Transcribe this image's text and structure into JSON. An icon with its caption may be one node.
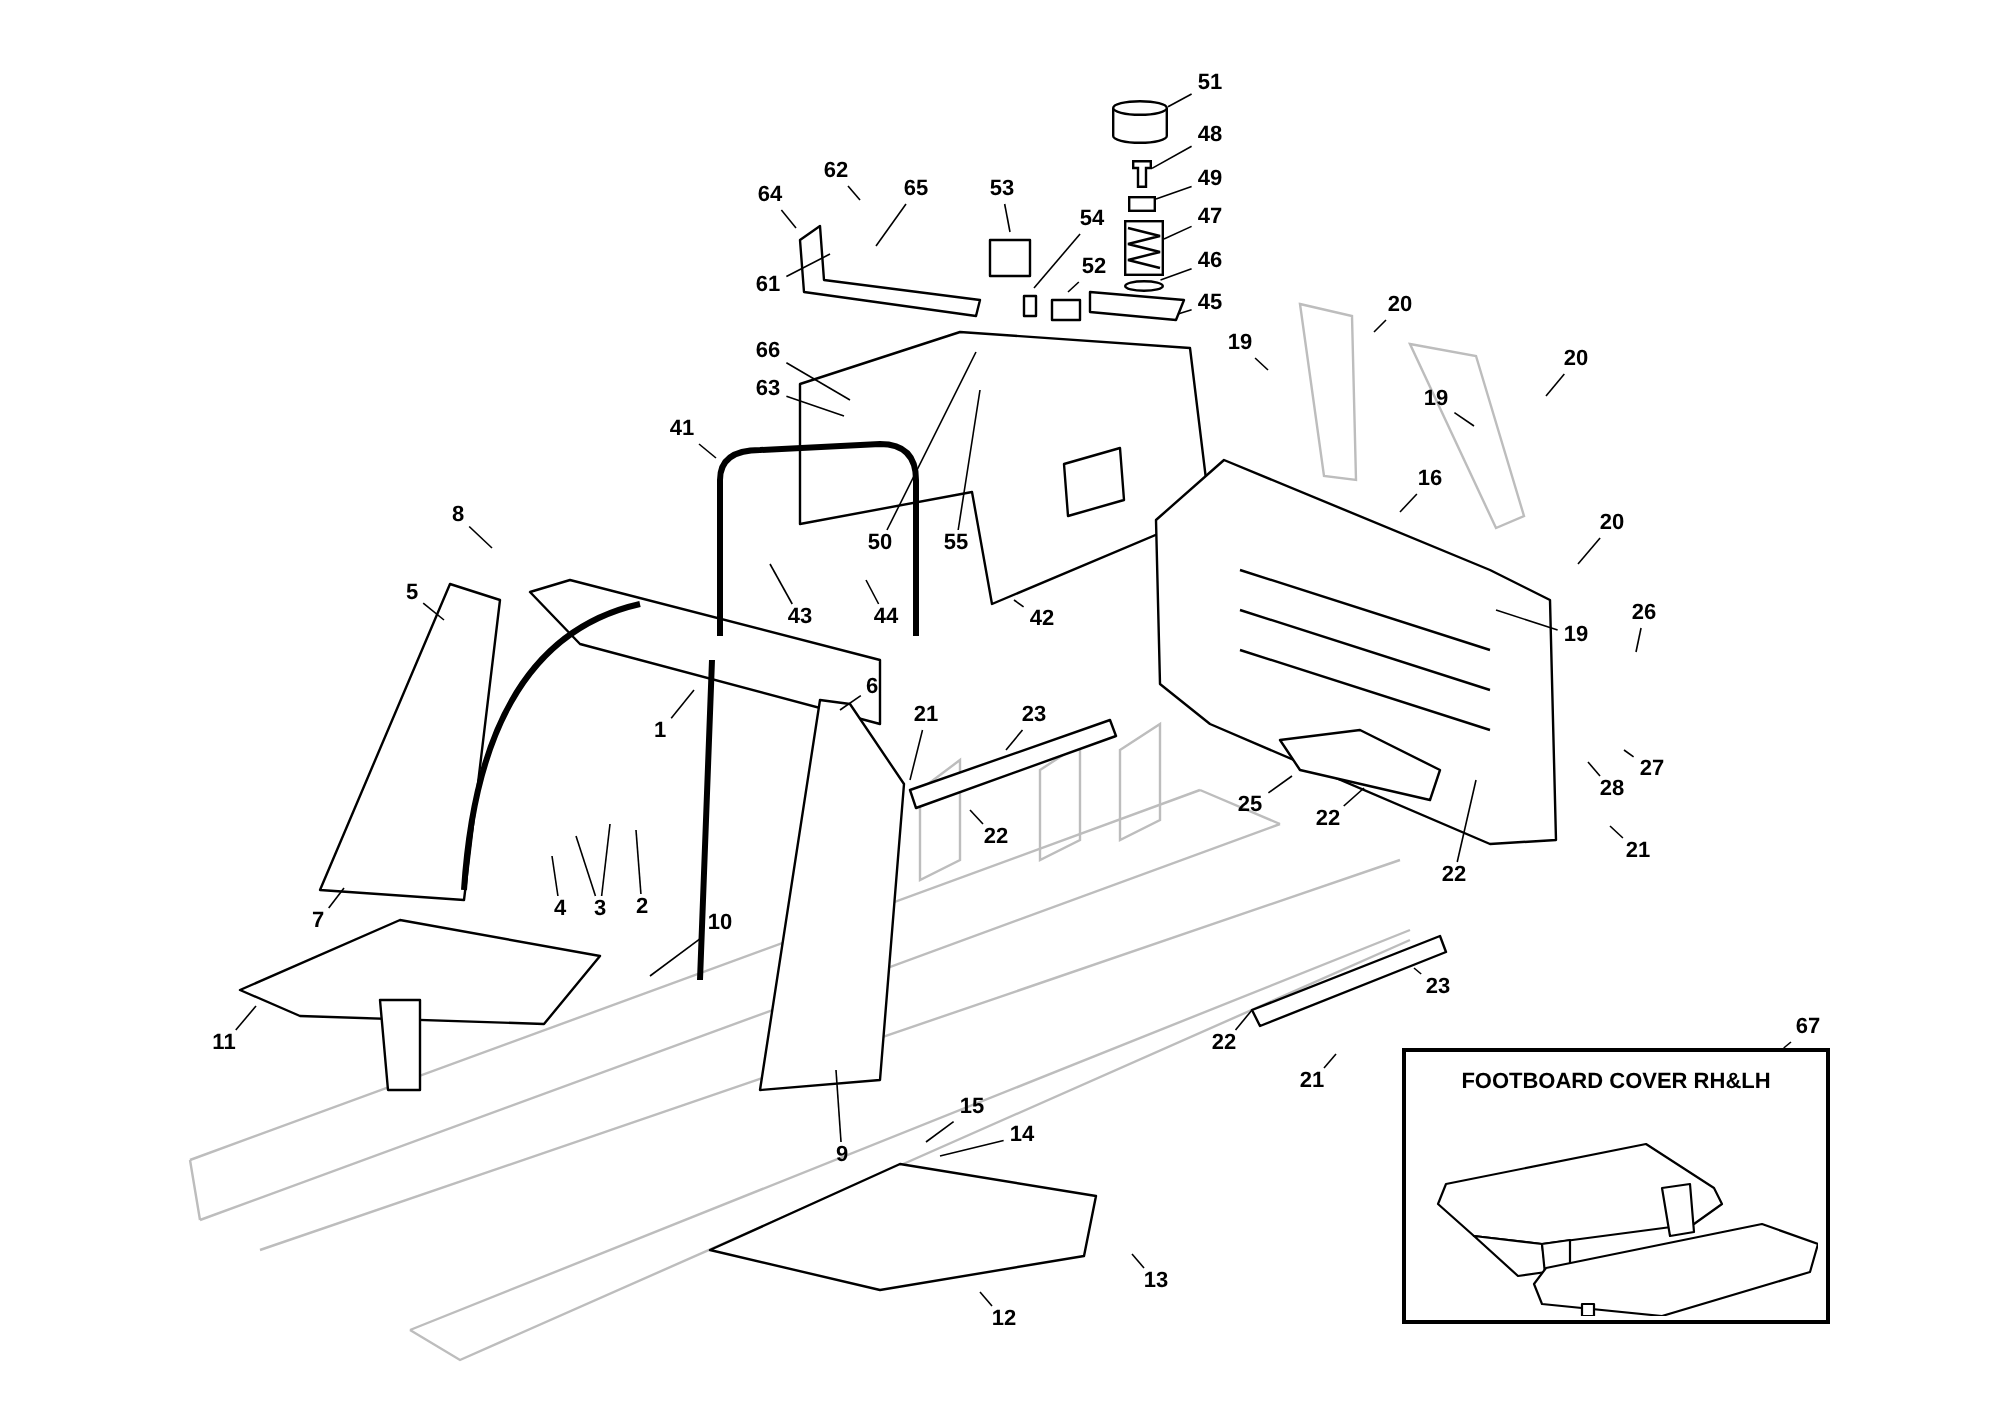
{
  "diagram": {
    "nodes": [
      {
        "text": [
          "51"
        ]
      },
      {
        "text": [
          "48"
        ]
      },
      {
        "text": [
          "62"
        ]
      },
      {
        "text": [
          "49"
        ]
      },
      {
        "text": [
          "53"
        ]
      },
      {
        "text": [
          "65"
        ]
      },
      {
        "text": [
          "64"
        ]
      },
      {
        "text": [
          "47"
        ]
      },
      {
        "text": [
          "54"
        ]
      },
      {
        "text": [
          "46"
        ]
      },
      {
        "text": [
          "52"
        ]
      },
      {
        "text": [
          "61"
        ]
      },
      {
        "text": [
          "45"
        ]
      },
      {
        "text": [
          "20"
        ]
      },
      {
        "text": [
          "66"
        ]
      },
      {
        "text": [
          "19"
        ]
      },
      {
        "text": [
          "20"
        ]
      },
      {
        "text": [
          "63"
        ]
      },
      {
        "text": [
          "19"
        ]
      },
      {
        "text": [
          "41"
        ]
      },
      {
        "text": [
          "16"
        ]
      },
      {
        "text": [
          "8"
        ]
      },
      {
        "text": [
          "20"
        ]
      },
      {
        "text": [
          "50"
        ]
      },
      {
        "text": [
          "55"
        ]
      },
      {
        "text": [
          "5"
        ]
      },
      {
        "text": [
          "26"
        ]
      },
      {
        "text": [
          "43"
        ]
      },
      {
        "text": [
          "44"
        ]
      },
      {
        "text": [
          "42"
        ]
      },
      {
        "text": [
          "19"
        ]
      },
      {
        "text": [
          "6"
        ]
      },
      {
        "text": [
          "21"
        ]
      },
      {
        "text": [
          "23"
        ]
      },
      {
        "text": [
          "1"
        ]
      },
      {
        "text": [
          "27"
        ]
      },
      {
        "text": [
          "28"
        ]
      },
      {
        "text": [
          "25"
        ]
      },
      {
        "text": [
          "22"
        ]
      },
      {
        "text": [
          "22"
        ]
      },
      {
        "text": [
          "21"
        ]
      },
      {
        "text": [
          "22"
        ]
      },
      {
        "text": [
          "4"
        ]
      },
      {
        "text": [
          "3"
        ]
      },
      {
        "text": [
          "2"
        ]
      },
      {
        "text": [
          "7"
        ]
      },
      {
        "text": [
          "10"
        ]
      },
      {
        "text": [
          "23"
        ]
      },
      {
        "text": [
          "67"
        ]
      },
      {
        "text": [
          "FOOTBOARD COVER RH&LH"
        ]
      },
      {
        "text": [
          "11"
        ]
      },
      {
        "text": [
          "22"
        ]
      },
      {
        "text": [
          "21"
        ]
      },
      {
        "text": [
          "15"
        ]
      },
      {
        "text": [
          "14"
        ]
      },
      {
        "text": [
          "9"
        ]
      },
      {
        "text": [
          "13"
        ]
      },
      {
        "text": [
          "12"
        ]
      },
      {
        "text": [],
        "shape": "cylinder"
      },
      {
        "text": [],
        "shape": "picture"
      },
      {
        "text": [],
        "shape": "box"
      },
      {
        "text": [],
        "shape": "picture"
      },
      {
        "text": [],
        "shape": "circle"
      }
    ],
    "edges": [
      {
        "from": 0,
        "to": 58,
        "arrow": "none"
      },
      {
        "from": 1,
        "to": 59,
        "arrow": "none"
      },
      {
        "from": 2,
        "to": null,
        "arrow": "none"
      },
      {
        "from": 3,
        "to": 60,
        "arrow": "none"
      },
      {
        "from": 4,
        "to": null,
        "arrow": "none"
      },
      {
        "from": 5,
        "to": null,
        "arrow": "none"
      },
      {
        "from": 6,
        "to": null,
        "arrow": "none"
      },
      {
        "from": 7,
        "to": 61,
        "arrow": "none"
      },
      {
        "from": 8,
        "to": null,
        "arrow": "none"
      },
      {
        "from": 9,
        "to": 62,
        "arrow": "none"
      },
      {
        "from": 10,
        "to": null,
        "arrow": "none"
      },
      {
        "from": 11,
        "to": null,
        "arrow": "none"
      },
      {
        "from": 12,
        "to": null,
        "arrow": "none"
      },
      {
        "from": 13,
        "to": null,
        "arrow": "none"
      },
      {
        "from": 14,
        "to": null,
        "arrow": "none"
      },
      {
        "from": 15,
        "to": null,
        "arrow": "none"
      },
      {
        "from": 16,
        "to": null,
        "arrow": "none"
      },
      {
        "from": 17,
        "to": null,
        "arrow": "none"
      },
      {
        "from": 18,
        "to": null,
        "arrow": "none"
      },
      {
        "from": 19,
        "to": null,
        "arrow": "none"
      },
      {
        "from": 20,
        "to": null,
        "arrow": "none"
      },
      {
        "from": 21,
        "to": null,
        "arrow": "none"
      },
      {
        "from": 22,
        "to": null,
        "arrow": "none"
      },
      {
        "from": 23,
        "to": null,
        "arrow": "none"
      },
      {
        "from": 24,
        "to": null,
        "arrow": "none"
      },
      {
        "from": 25,
        "to": null,
        "arrow": "none"
      },
      {
        "from": 26,
        "to": null,
        "arrow": "none"
      },
      {
        "from": 27,
        "to": null,
        "arrow": "none"
      },
      {
        "from": 28,
        "to": null,
        "arrow": "none"
      },
      {
        "from": 29,
        "to": null,
        "arrow": "none"
      },
      {
        "from": 30,
        "to": null,
        "arrow": "none"
      },
      {
        "from": 31,
        "to": null,
        "arrow": "none"
      },
      {
        "from": 32,
        "to": null,
        "arrow": "none"
      },
      {
        "from": 33,
        "to": null,
        "arrow": "none"
      },
      {
        "from": 34,
        "to": null,
        "arrow": "none"
      },
      {
        "from": 35,
        "to": null,
        "arrow": "none"
      },
      {
        "from": 36,
        "to": null,
        "arrow": "none"
      },
      {
        "from": 37,
        "to": null,
        "arrow": "none"
      },
      {
        "from": 38,
        "to": null,
        "arrow": "none"
      },
      {
        "from": 39,
        "to": null,
        "arrow": "none"
      },
      {
        "from": 40,
        "to": null,
        "arrow": "none"
      },
      {
        "from": 41,
        "to": null,
        "arrow": "none"
      },
      {
        "from": 42,
        "to": null,
        "arrow": "none"
      },
      {
        "from": 43,
        "to": null,
        "arrow": "none"
      },
      {
        "from": 43,
        "to": null,
        "arrow": "none"
      },
      {
        "from": 44,
        "to": null,
        "arrow": "none"
      },
      {
        "from": 45,
        "to": null,
        "arrow": "none"
      },
      {
        "from": 46,
        "to": null,
        "arrow": "none"
      },
      {
        "from": 47,
        "to": null,
        "arrow": "none"
      },
      {
        "from": 48,
        "to": 49,
        "arrow": "none"
      },
      {
        "from": 50,
        "to": null,
        "arrow": "none"
      },
      {
        "from": 51,
        "to": null,
        "arrow": "none"
      },
      {
        "from": 52,
        "to": null,
        "arrow": "none"
      },
      {
        "from": 53,
        "to": null,
        "arrow": "none"
      },
      {
        "from": 54,
        "to": null,
        "arrow": "none"
      },
      {
        "from": 55,
        "to": null,
        "arrow": "none"
      },
      {
        "from": 56,
        "to": null,
        "arrow": "none"
      },
      {
        "from": 57,
        "to": null,
        "arrow": "none"
      }
    ]
  }
}
